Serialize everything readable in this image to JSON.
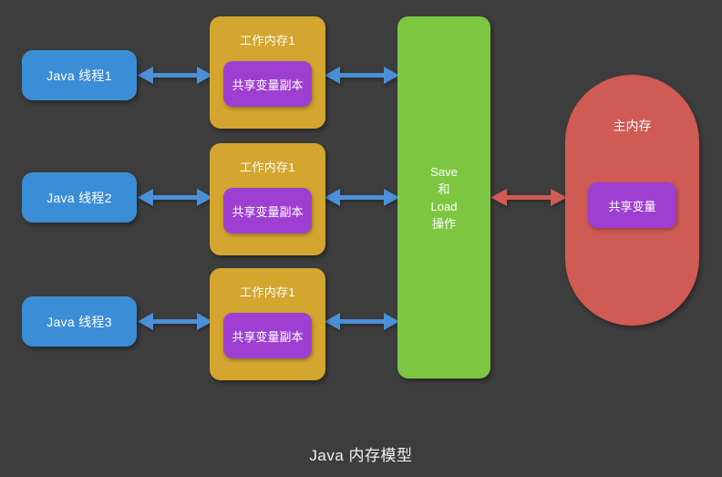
{
  "diagram": {
    "title": "Java 内存模型",
    "background_color": "#3d3d3d",
    "threads": [
      {
        "label": "Java 线程1"
      },
      {
        "label": "Java 线程2"
      },
      {
        "label": "Java 线程3"
      }
    ],
    "working_memories": [
      {
        "title": "工作内存1",
        "copy_label": "共享变量副本"
      },
      {
        "title": "工作内存1",
        "copy_label": "共享变量副本"
      },
      {
        "title": "工作内存1",
        "copy_label": "共享变量副本"
      }
    ],
    "save_load": {
      "line1": "Save",
      "line2": "和",
      "line3": "Load",
      "line4": "操作"
    },
    "main_memory": {
      "title": "主内存",
      "shared_variable": "共享变量"
    },
    "colors": {
      "thread": "#3b8ed6",
      "working_memory": "#d4a62f",
      "shared_copy": "#9e3fd2",
      "save_load": "#7dc642",
      "main_memory": "#d05a54",
      "blue_arrow": "#4a90d9",
      "red_arrow": "#d05a54",
      "text": "#ffffff"
    },
    "arrows": {
      "thread_to_working": "双向箭头",
      "working_to_saveload": "双向箭头",
      "saveload_to_mainmemory": "双向箭头"
    }
  }
}
